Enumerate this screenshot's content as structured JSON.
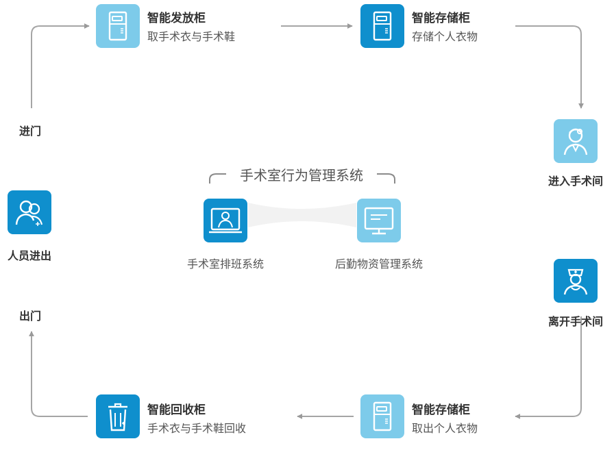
{
  "title": "手术室行为管理系统",
  "nodes": {
    "dispense": {
      "title": "智能发放柜",
      "subtitle": "取手术衣与手术鞋",
      "icon": "cabinet-icon"
    },
    "storage_in": {
      "title": "智能存储柜",
      "subtitle": "存储个人衣物",
      "icon": "cabinet-icon"
    },
    "enter_room": {
      "label": "进入手术间",
      "icon": "doctor-icon"
    },
    "leave_room": {
      "label": "离开手术间",
      "icon": "nurse-icon"
    },
    "storage_out": {
      "title": "智能存储柜",
      "subtitle": "取出个人衣物",
      "icon": "cabinet-icon"
    },
    "recycle": {
      "title": "智能回收柜",
      "subtitle": "手术衣与手术鞋回收",
      "icon": "trash-bin-icon"
    },
    "people": {
      "label": "人员进出",
      "icon": "people-icon"
    }
  },
  "labels": {
    "enter_door": "进门",
    "exit_door": "出门"
  },
  "systems": {
    "scheduling": {
      "label": "手术室排班系统",
      "icon": "video-monitor-icon"
    },
    "logistics": {
      "label": "后勤物资管理系统",
      "icon": "computer-monitor-icon"
    }
  },
  "colors": {
    "primary": "#0f8fcd",
    "light": "#7dcbea",
    "arrow": "#9a9a9a"
  }
}
